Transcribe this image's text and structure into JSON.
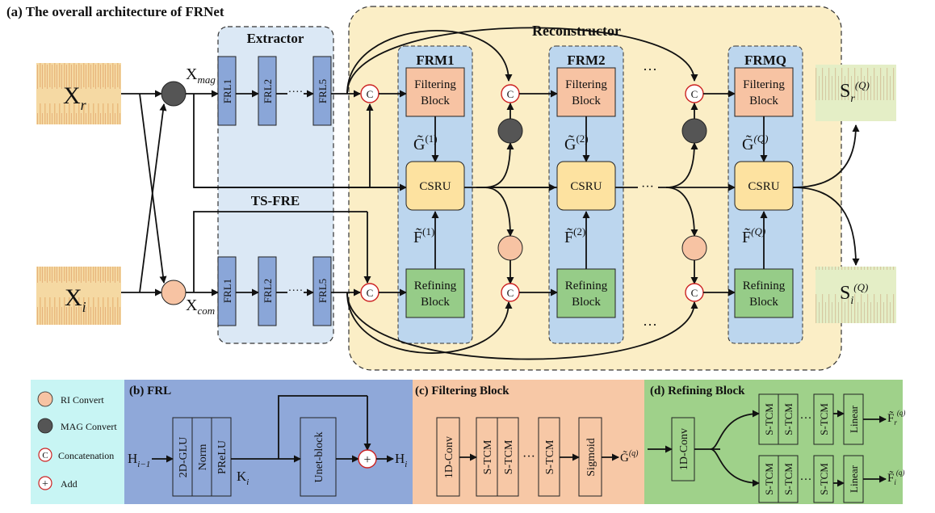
{
  "title": "(a) The overall architecture of FRNet",
  "extractor": {
    "label": "Extractor",
    "tsfre_label": "TS-FRE",
    "frl_top": [
      "FRL1",
      "FRL2",
      "FRL5"
    ],
    "frl_bottom": [
      "FRL1",
      "FRL2",
      "FRL5"
    ],
    "dots": "····"
  },
  "inputs": {
    "xr": "X",
    "xr_sub": "r",
    "xi": "X",
    "xi_sub": "i"
  },
  "features": {
    "xmag": "X",
    "xmag_sub": "mag",
    "xcom": "X",
    "xcom_sub": "com"
  },
  "reconstructor": {
    "label": "Reconstructor",
    "modules": [
      {
        "title": "FRM1",
        "filtering": [
          "Filtering",
          "Block"
        ],
        "csru": "CSRU",
        "refining": [
          "Refining",
          "Block"
        ],
        "g": "G̃",
        "g_sup": "(1)",
        "f": "F̃",
        "f_sup": "(1)"
      },
      {
        "title": "FRM2",
        "filtering": [
          "Filtering",
          "Block"
        ],
        "csru": "CSRU",
        "refining": [
          "Refining",
          "Block"
        ],
        "g": "G̃",
        "g_sup": "(2)",
        "f": "F̃",
        "f_sup": "(2)"
      },
      {
        "title": "FRMQ",
        "filtering": [
          "Filtering",
          "Block"
        ],
        "csru": "CSRU",
        "refining": [
          "Refining",
          "Block"
        ],
        "g": "G̃",
        "g_sup": "(Q)",
        "f": "F̃",
        "f_sup": "(Q)"
      }
    ],
    "ellipsis": "···",
    "concat_symbol": "C"
  },
  "outputs": {
    "sr": "S",
    "sr_sub": "r",
    "sr_sup": "(Q)",
    "si": "S",
    "si_sub": "i",
    "si_sup": "(Q)"
  },
  "legend": {
    "items": [
      {
        "label": "RI Convert",
        "color": "#f7c3a3"
      },
      {
        "label": "MAG Convert",
        "color": "#555555"
      },
      {
        "label": "Concatenation",
        "symbol": "C"
      },
      {
        "label": "Add",
        "symbol": "+"
      }
    ]
  },
  "frl_panel": {
    "title": "(b) FRL",
    "input": "H",
    "input_sub": "i−1",
    "blocks": [
      "2D-GLU",
      "Norm",
      "PReLU"
    ],
    "k": "K",
    "k_sub": "i",
    "unet": "Unet-block",
    "output": "H",
    "output_sub": "i"
  },
  "filtering_panel": {
    "title": "(c) Filtering Block",
    "conv": "1D-Conv",
    "stcm": [
      "S-TCM",
      "S-TCM",
      "S-TCM"
    ],
    "dots": "···",
    "sigmoid": "Sigmoid",
    "out": "G̃",
    "out_sup": "(q)"
  },
  "refining_panel": {
    "title": "(d) Refining Block",
    "conv": "1D-Conv",
    "stcm": [
      "S-TCM",
      "S-TCM",
      "S-TCM"
    ],
    "dots": "···",
    "linear": "Linear",
    "out_r": "F̃",
    "out_r_sub": "r",
    "out_r_sup": "(q)",
    "out_i": "F̃",
    "out_i_sub": "i",
    "out_i_sup": "(q)"
  },
  "colors": {
    "extractor_bg": "#dbe8f5",
    "reconstructor_bg": "#fbeec6",
    "frm_bg": "#bcd6ee",
    "frl_block": "#8aa6d8",
    "filtering": "#f7c3a3",
    "csru": "#fde2a0",
    "refining": "#96cc88",
    "legend_bg": "#c8f5f4",
    "frl_panel_bg": "#8fa8d9",
    "filtering_panel_bg": "#f7c8a6",
    "refining_panel_bg": "#9fd18a",
    "concat_red": "#cc2222"
  }
}
